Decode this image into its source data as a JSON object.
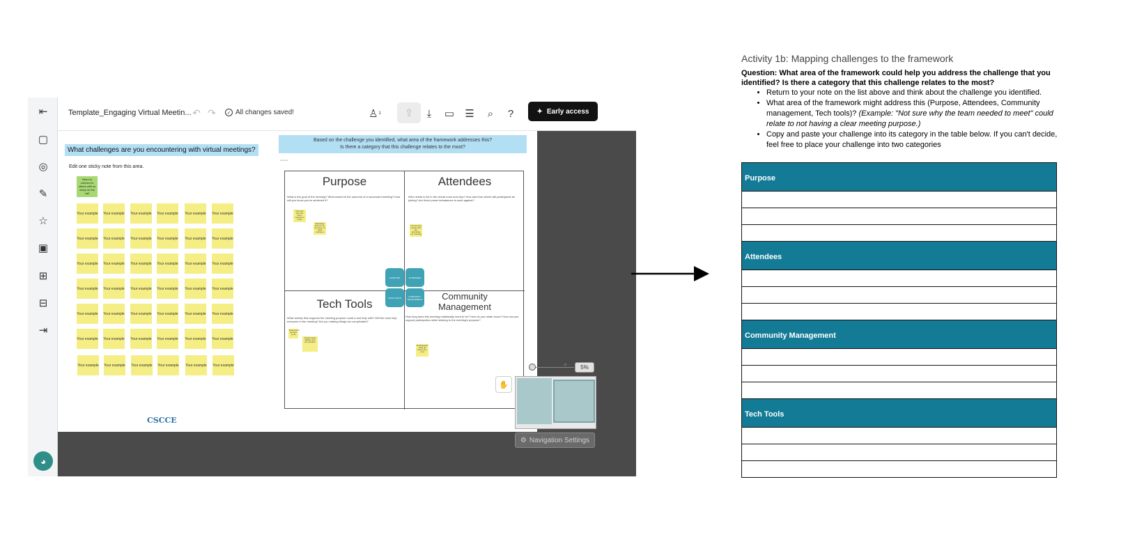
{
  "app": {
    "doc_title": "Template_Engaging Virtual Meetin...",
    "save_status": "All changes saved!",
    "collaborator_count": "1",
    "early_access_label": "Early access",
    "zoom_level": "5%",
    "navigation_settings_label": "Navigation Settings",
    "accent_color": "#121212"
  },
  "board": {
    "left_question": "What challenges are you encountering with virtual meetings?",
    "left_instruction": "Edit one sticky note from this area.",
    "green_note_text": "Need to connect to others with so many on the call",
    "sticky_text": "Your example",
    "logo_text": "CSCCE",
    "right_question_line1": "Based on the challenge you identified, what area of the framework addresses this?",
    "right_question_line2": "Is there a category that this challenge relates to the most?",
    "tiny_label": "Example",
    "quadrants": {
      "purpose": {
        "title": "Purpose",
        "text": "What is the goal of the meeting? What would be the outcome of a successful meeting? How will you know you've achieved it?",
        "notes": [
          "Not sure why the team needed to meet",
          "Meetings that run on too long, no clear outcome"
        ]
      },
      "attendees": {
        "title": "Attendees",
        "text": "Who needs to be in the virtual room and why? How and from where will participants be joining? Are there power imbalances to work against?",
        "notes": [
          "I know busy people who are attending my meeting"
        ]
      },
      "tech_tools": {
        "title": "Tech Tools",
        "text": "What activity that supports the meeting purpose could a tool help with? Will the tools help everyone in the meeting? Are you making things too complicated?",
        "notes": [
          "Everyone's camera is off",
          "People keep talking over one another"
        ]
      },
      "community_management": {
        "title_line1": "Community",
        "title_line2": "Management",
        "text": "How long does this meeting realistically need to be? How do you retain focus? How can you support participation while sticking to the meeting's purpose?",
        "notes": [
          "Participants drop off before the end"
        ]
      }
    },
    "center_tiles": [
      "PURPOSE",
      "ATTENDEES",
      "TECH TOOLS",
      "COMMUNITY MANAGEMENT"
    ]
  },
  "doc": {
    "activity_title": "Activity 1b: Mapping challenges to the framework",
    "question": "Question: What area of the framework could help you address the challenge that you identified? Is there a category that this challenge relates to the most?",
    "bullet1": "Return to your note on the list above and think about the challenge you identified.",
    "bullet2_plain": "What area of the framework might address this (Purpose, Attendees, Community management, Tech tools)? ",
    "bullet2_italic": "(Example: \"Not sure why the team needed to meet\" could relate to not having a clear meeting purpose.)",
    "bullet3": "Copy and paste your challenge into its category in the table below. If you can't decide, feel free to place your challenge into two categories",
    "table_header_color": "#137b96",
    "categories": [
      "Purpose",
      "Attendees",
      "Community Management",
      "Tech Tools"
    ]
  }
}
